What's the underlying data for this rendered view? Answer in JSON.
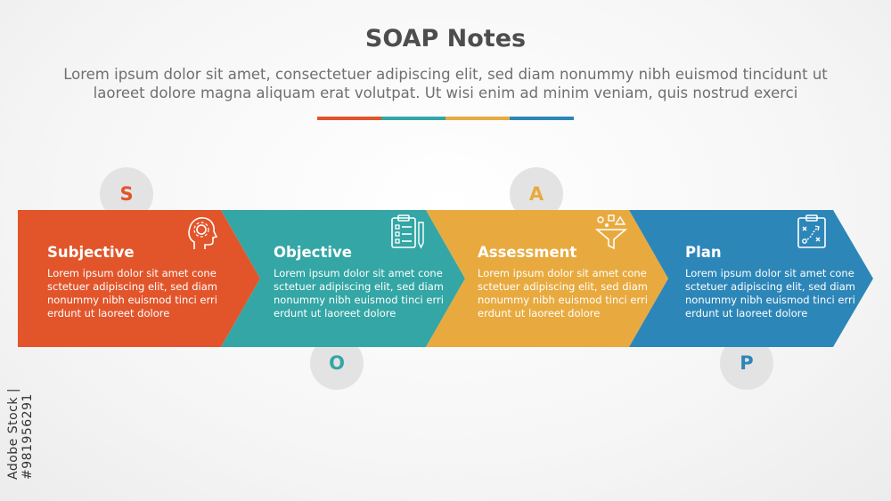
{
  "header": {
    "title": "SOAP Notes",
    "subtitle": "Lorem ipsum dolor sit amet, consectetuer adipiscing elit, sed diam nonummy nibh euismod tincidunt ut laoreet dolore magna aliquam erat volutpat. Ut wisi enim ad minim veniam, quis nostrud exerci",
    "divider_colors": [
      "#e2552b",
      "#33a6a5",
      "#e8aa3f",
      "#2d86b8"
    ]
  },
  "steps": [
    {
      "letter": "S",
      "title": "Subjective",
      "text": "Lorem ipsum dolor sit amet cone sctetuer adipiscing elit, sed diam nonummy nibh euismod tinci erri erdunt ut laoreet dolore",
      "color": "#e2552b",
      "icon": "head-gear-icon"
    },
    {
      "letter": "O",
      "title": "Objective",
      "text": "Lorem ipsum dolor sit amet cone sctetuer adipiscing elit, sed diam nonummy nibh euismod tinci erri erdunt ut laoreet dolore",
      "color": "#33a6a5",
      "icon": "clipboard-checklist-icon"
    },
    {
      "letter": "A",
      "title": "Assessment",
      "text": "Lorem ipsum dolor sit amet cone sctetuer adipiscing elit, sed diam nonummy nibh euismod tinci erri erdunt ut laoreet dolore",
      "color": "#e8aa3f",
      "icon": "funnel-filter-icon"
    },
    {
      "letter": "P",
      "title": "Plan",
      "text": "Lorem ipsum dolor sit amet cone sctetuer adipiscing elit, sed diam nonummy nibh euismod tinci erri erdunt ut laoreet dolore",
      "color": "#2d86b8",
      "icon": "strategy-board-icon"
    }
  ],
  "watermark": "Adobe Stock | #981956291"
}
